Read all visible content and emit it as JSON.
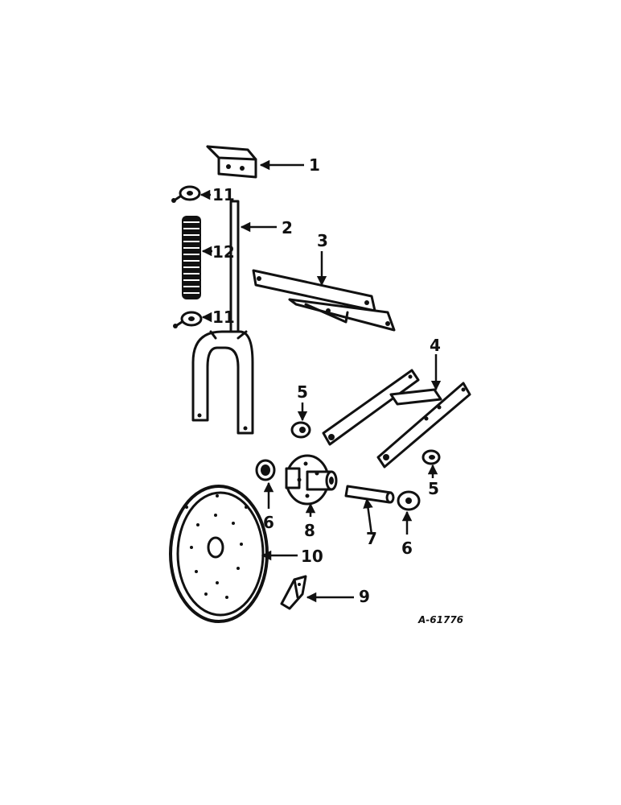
{
  "callouts": {
    "c1": "1",
    "c2": "2",
    "c3": "3",
    "c4": "4",
    "c5a": "5",
    "c5b": "5",
    "c6a": "6",
    "c6b": "6",
    "c7": "7",
    "c8": "8",
    "c9": "9",
    "c10": "10",
    "c11a": "11",
    "c11b": "11",
    "c12": "12"
  },
  "reference_code": "A-61776",
  "colors": {
    "ink": "#111111",
    "paper": "#ffffff"
  }
}
